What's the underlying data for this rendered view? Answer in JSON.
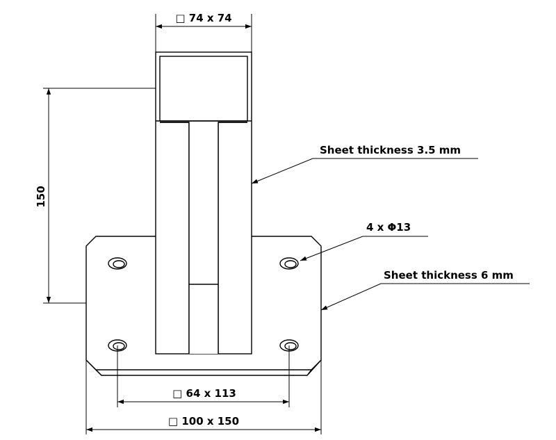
{
  "drawing": {
    "dimensions": {
      "tube_section": "□ 74 x 74",
      "height": "150",
      "hole_spacing": "□ 64 x 113",
      "base_size": "□ 100 x 150"
    },
    "annotations": {
      "post_sheet": "Sheet thickness 3.5 mm",
      "holes": "4 x Φ13",
      "base_sheet": "Sheet thickness 6 mm"
    },
    "colors": {
      "line": "#000000",
      "background": "#ffffff"
    }
  }
}
